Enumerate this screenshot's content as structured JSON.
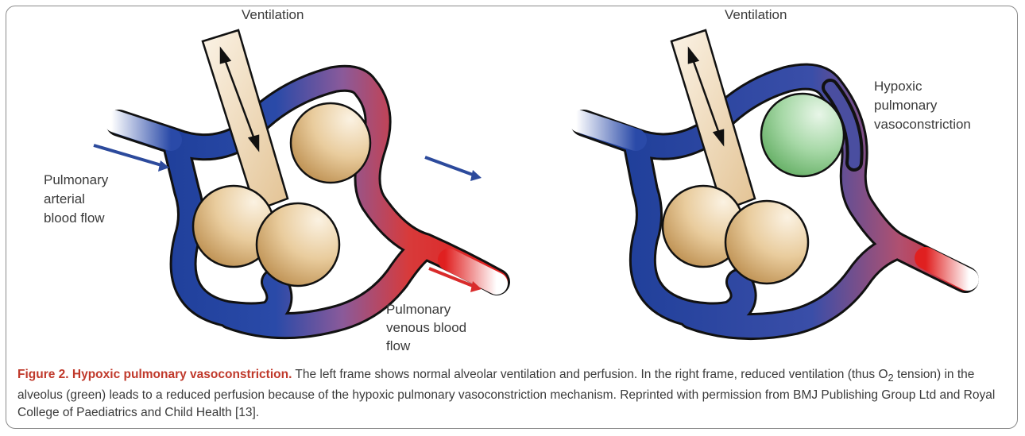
{
  "left_panel": {
    "ventilation": "Ventilation",
    "arterial_label": [
      "Pulmonary",
      "arterial",
      "blood flow"
    ],
    "venous_label": [
      "Pulmonary",
      "venous blood",
      "flow"
    ]
  },
  "right_panel": {
    "ventilation": "Ventilation",
    "hpv_label": [
      "Hypoxic",
      "pulmonary",
      "vasoconstriction"
    ]
  },
  "caption": {
    "title": "Figure 2. Hypoxic pulmonary vasoconstriction.",
    "text_1": " The left frame shows normal alveolar ventilation and perfusion. In the right frame, reduced ventilation (thus O",
    "subscript": "2",
    "text_2": " tension) in the alveolus (green) leads to a reduced perfusion because of the hypoxic pulmonary vasoconstriction mechanism. Reprinted with permission from BMJ Publishing Group Ltd and Royal College of Paediatrics and Child Health [13]."
  },
  "colors": {
    "arterial": "#2c4a9c",
    "venous": "#d92b2b",
    "alveolus": "#e2c290",
    "hypoxic_alveolus": "#a6d8a6",
    "caption_title": "#c0392b"
  }
}
